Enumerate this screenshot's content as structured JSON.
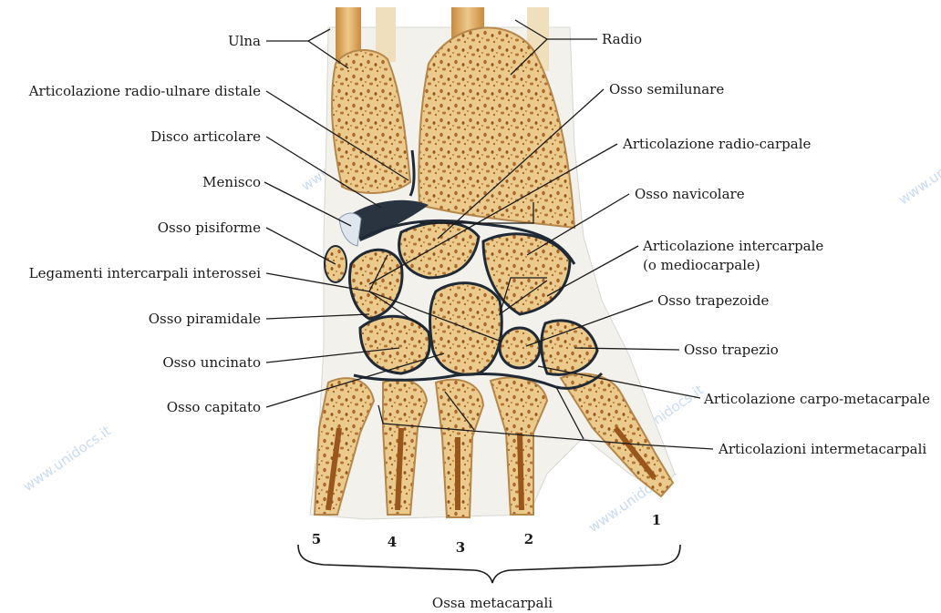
{
  "watermark": "www.unidocs.it",
  "labels": {
    "ulna": "Ulna",
    "radio": "Radio",
    "art_radio_ulnare": "Articolazione radio-ulnare distale",
    "osso_semilunare": "Osso semilunare",
    "disco_articolare": "Disco articolare",
    "art_radio_carpale": "Articolazione radio-carpale",
    "menisco": "Menisco",
    "osso_navicolare": "Osso navicolare",
    "osso_pisiforme": "Osso pisiforme",
    "art_intercarpale": "Articolazione intercarpale",
    "art_intercarpale_2": "(o mediocarpale)",
    "legamenti": "Legamenti intercarpali interossei",
    "osso_trapezoide": "Osso trapezoide",
    "osso_piramidale": "Osso piramidale",
    "osso_trapezio": "Osso trapezio",
    "osso_uncinato": "Osso uncinato",
    "art_carpo_metacarpale": "Articolazione carpo-metacarpale",
    "osso_capitato": "Osso capitato",
    "art_intermetacarpali": "Articolazioni intermetacarpali",
    "ossa_metacarpali": "Ossa metacarpali"
  },
  "metacarpal_numbers": [
    "5",
    "4",
    "3",
    "2",
    "1"
  ],
  "colors": {
    "bone": "#e9c88a",
    "bone_light": "#f4e1b5",
    "marrow_dot": "#a8621f",
    "joint_line": "#1f2a36",
    "cartilage": "#dfe6ee"
  }
}
